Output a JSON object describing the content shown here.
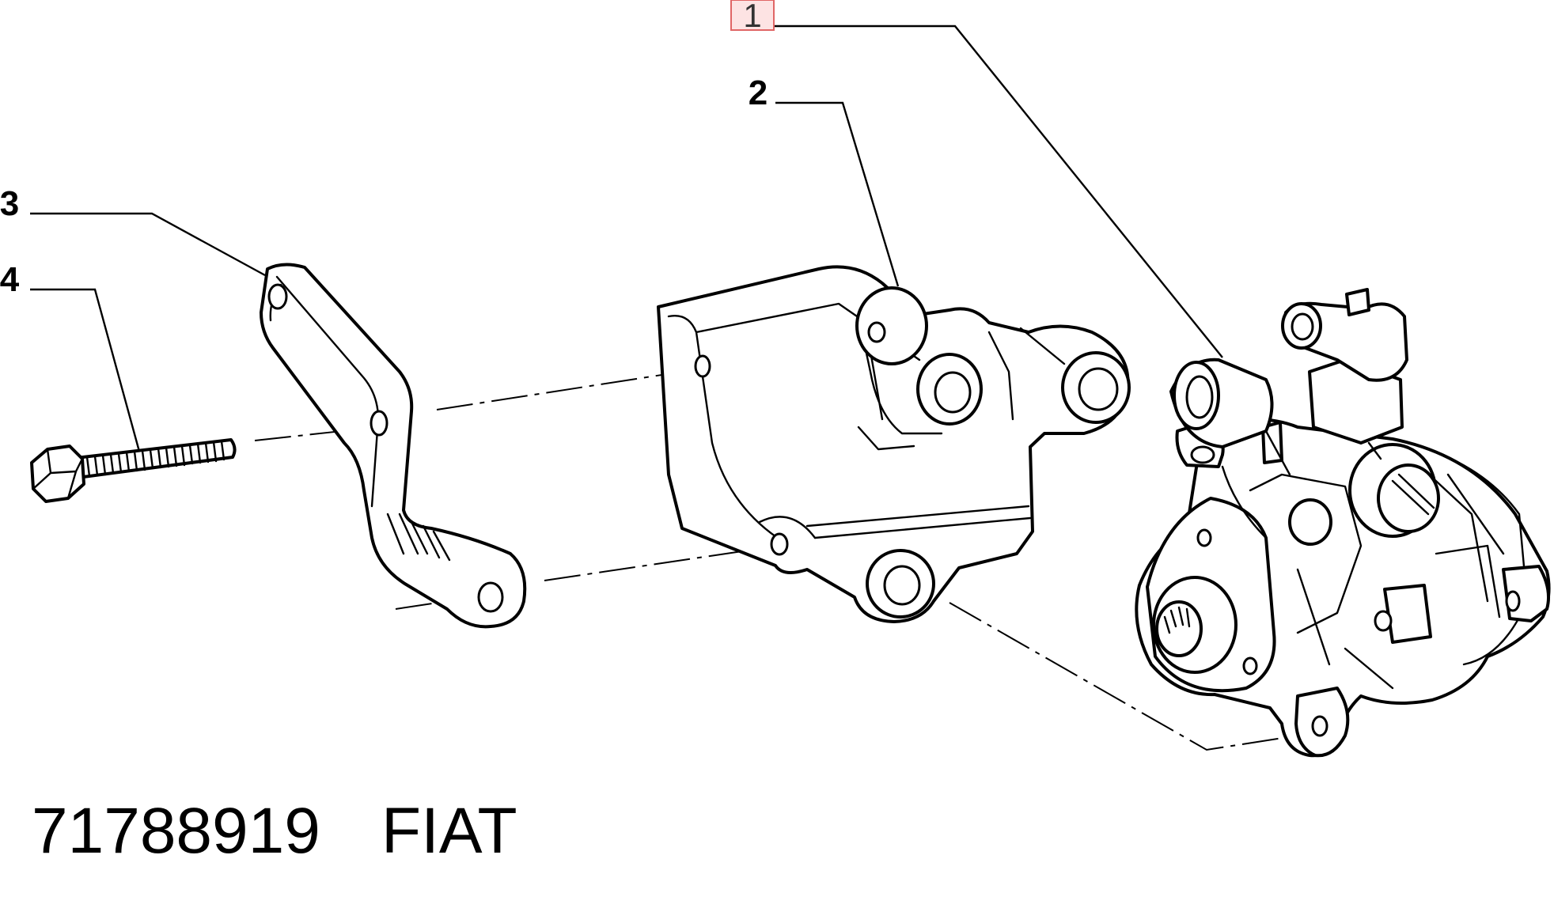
{
  "diagram": {
    "callouts": [
      {
        "number": "1",
        "highlighted": true
      },
      {
        "number": "2",
        "highlighted": false
      },
      {
        "number": "3",
        "highlighted": false
      },
      {
        "number": "4",
        "highlighted": false
      }
    ],
    "part_number": "71788919",
    "brand": "FIAT"
  },
  "colors": {
    "line": "#000000",
    "highlight_fill": "#fde3e3",
    "highlight_border": "#e06666",
    "background": "#ffffff"
  }
}
